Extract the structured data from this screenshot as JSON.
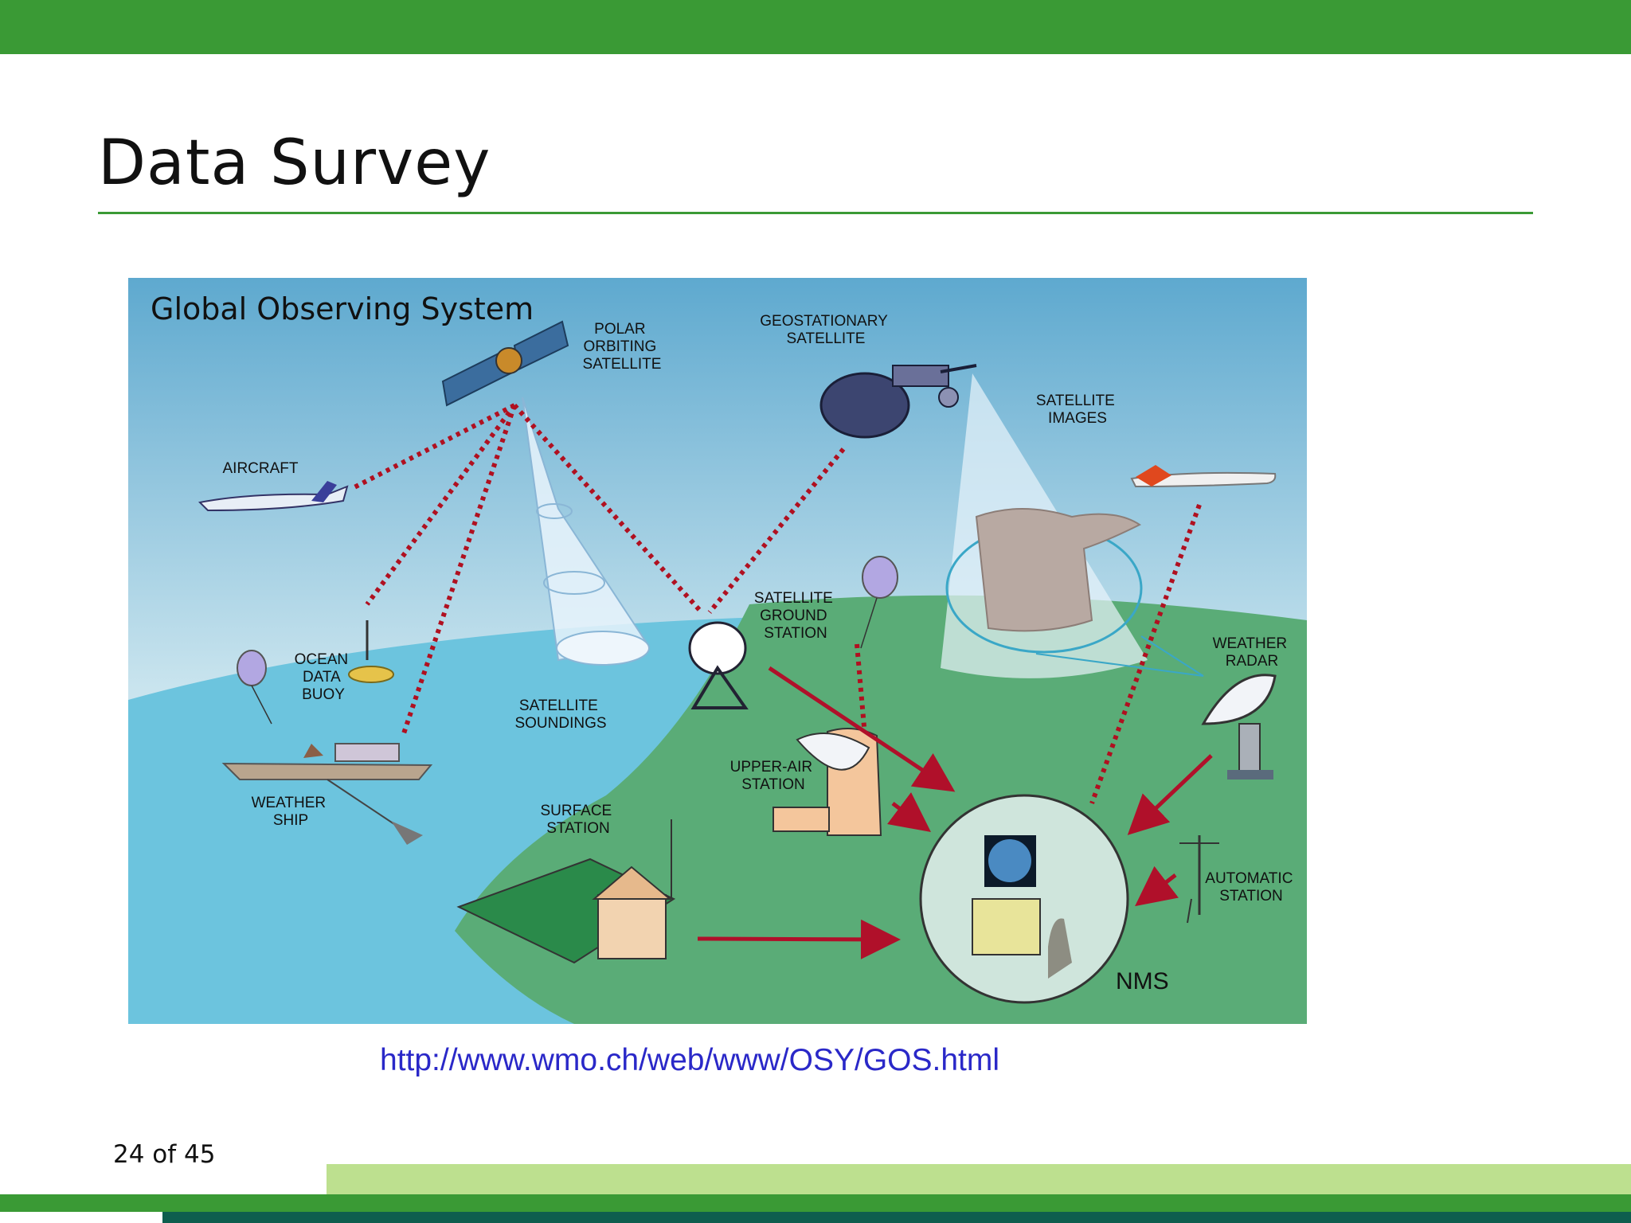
{
  "slide": {
    "title": "Data Survey",
    "page_number": "24 of 45",
    "url": "http://www.wmo.ch/web/www/OSY/GOS.html"
  },
  "diagram": {
    "title": "Global Observing System",
    "labels": {
      "polar": [
        "POLAR",
        "ORBITING",
        "SATELLITE"
      ],
      "geo": [
        "GEOSTATIONARY",
        "SATELLITE"
      ],
      "sat_images": [
        "SATELLITE",
        "IMAGES"
      ],
      "aircraft": [
        "AIRCRAFT"
      ],
      "buoy": [
        "OCEAN",
        "DATA",
        "BUOY"
      ],
      "soundings": [
        "SATELLITE",
        "SOUNDINGS"
      ],
      "ground_station": [
        "SATELLITE",
        "GROUND",
        "STATION"
      ],
      "weather_radar": [
        "WEATHER",
        "RADAR"
      ],
      "weather_ship": [
        "WEATHER",
        "SHIP"
      ],
      "upper_air": [
        "UPPER-AIR",
        "STATION"
      ],
      "surface": [
        "SURFACE",
        "STATION"
      ],
      "automatic": [
        "AUTOMATIC",
        "STATION"
      ],
      "nms": "NMS"
    }
  },
  "colors": {
    "brand_green": "#3a9a35",
    "light_green": "#bde08f",
    "dark_teal": "#0e5e4e",
    "link_blue": "#2a28c8",
    "dotted_link": "#b01020",
    "arrow_red": "#b0102a"
  }
}
